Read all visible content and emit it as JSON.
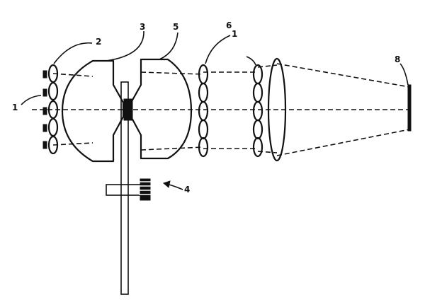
{
  "labels": {
    "led_array": "1",
    "collimator_lenses": "2",
    "lens_3": "3",
    "lens_5": "5",
    "lens_6": "6",
    "lens_6_sub": "1",
    "wheel_motor": "4",
    "screen": "8"
  }
}
